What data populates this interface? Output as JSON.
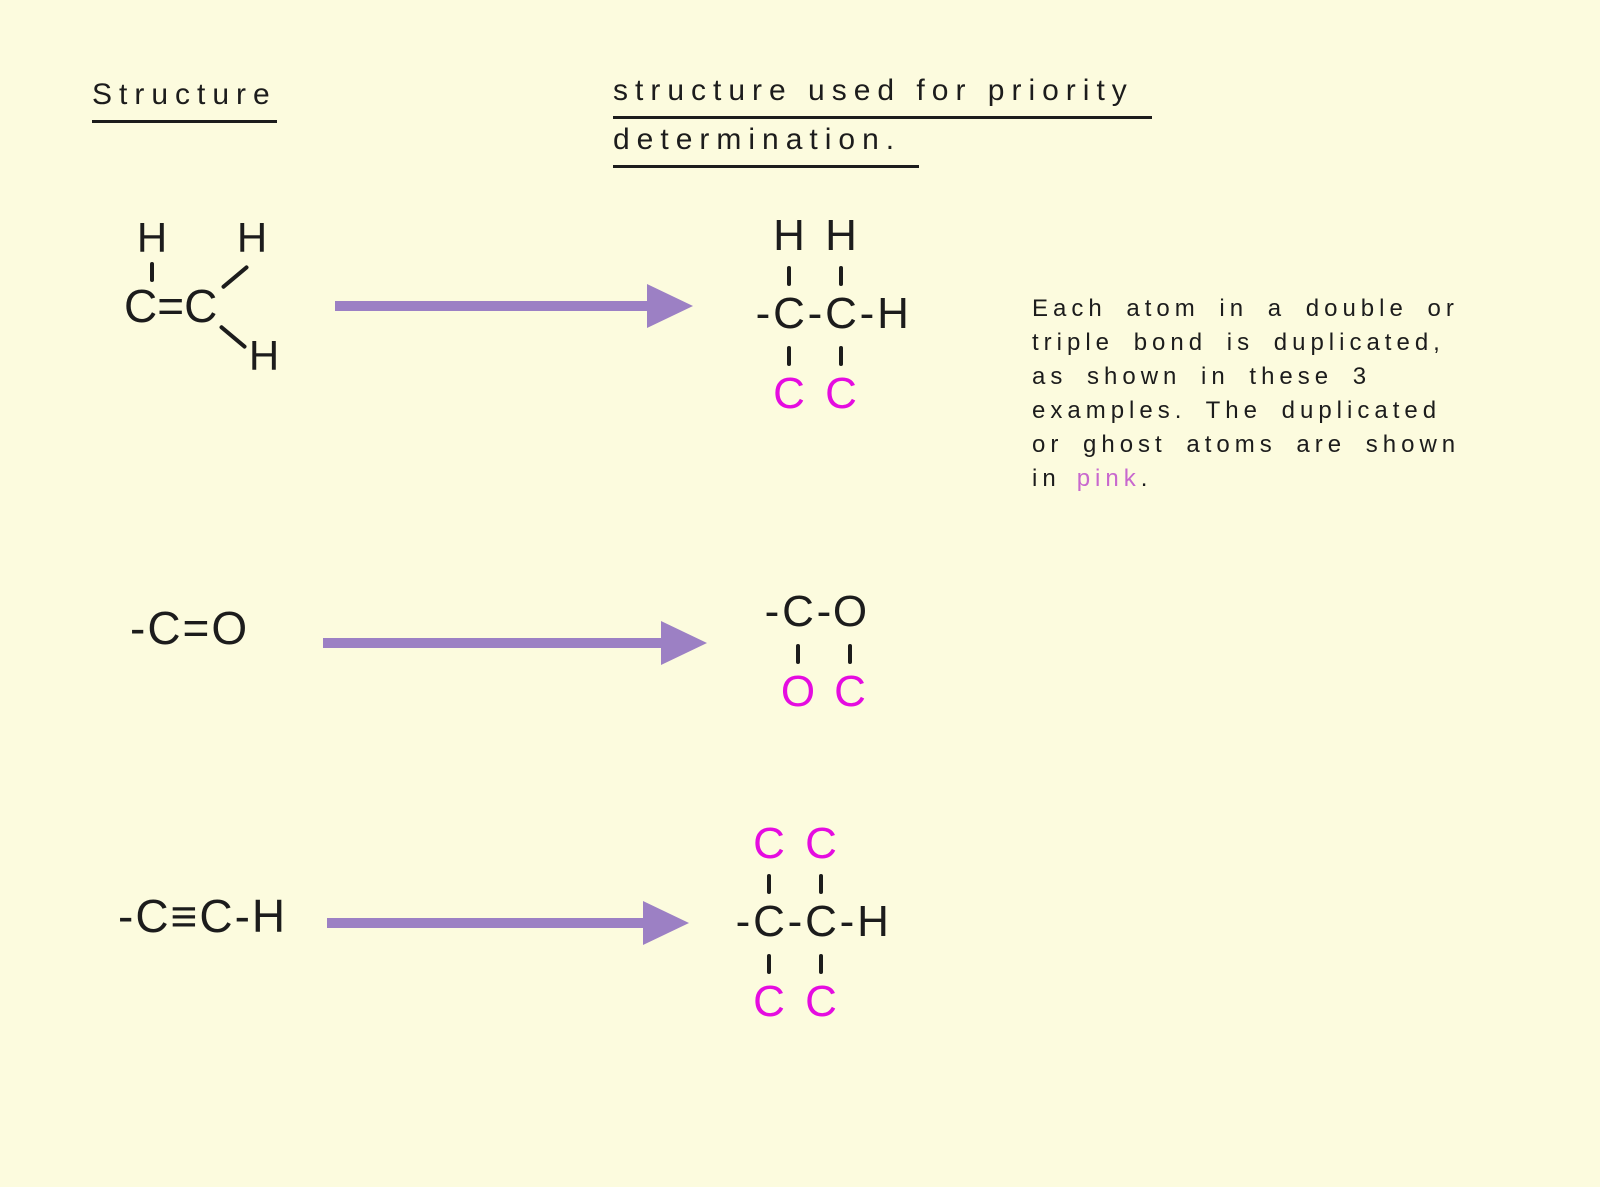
{
  "colors": {
    "background": "#FCFBDE",
    "text": "#1C1C1C",
    "ghost_atom_pink": "#E50CE0",
    "pink_word": "#C868CE",
    "arrow_purple": "#9C80C4"
  },
  "headings": {
    "left": "Structure",
    "right_line1": "structure used for priority",
    "right_line2": "determination."
  },
  "note": {
    "lines": [
      "Each atom in a double or",
      "triple bond is duplicated,",
      "as shown in these 3",
      "examples. The duplicated",
      "or ghost atoms are shown"
    ],
    "last_line_prefix": "in",
    "pink_word": "pink",
    "last_line_suffix": "."
  },
  "row1": {
    "left": {
      "h_top_left": "H",
      "h_top_right": "H",
      "h_bottom_right": "H",
      "backbone": "C=C"
    },
    "right": {
      "h1": "H",
      "h2": "H",
      "dash1": "-",
      "c1": "C",
      "dash2": "-",
      "c2": "C",
      "dash3": "-",
      "h3": "H",
      "ghost1": "C",
      "ghost2": "C"
    }
  },
  "row2": {
    "left": {
      "formula": "-C=O"
    },
    "right": {
      "dash1": "-",
      "c1": "C",
      "dash2": "-",
      "o1": "O",
      "ghost1": "O",
      "ghost2": "C"
    }
  },
  "row3": {
    "left": {
      "formula": "-C≡C-H"
    },
    "right": {
      "top_ghost1": "C",
      "top_ghost2": "C",
      "dash1": "-",
      "c1": "C",
      "dash2": "-",
      "c2": "C",
      "dash3": "-",
      "h1": "H",
      "bottom_ghost1": "C",
      "bottom_ghost2": "C"
    }
  }
}
